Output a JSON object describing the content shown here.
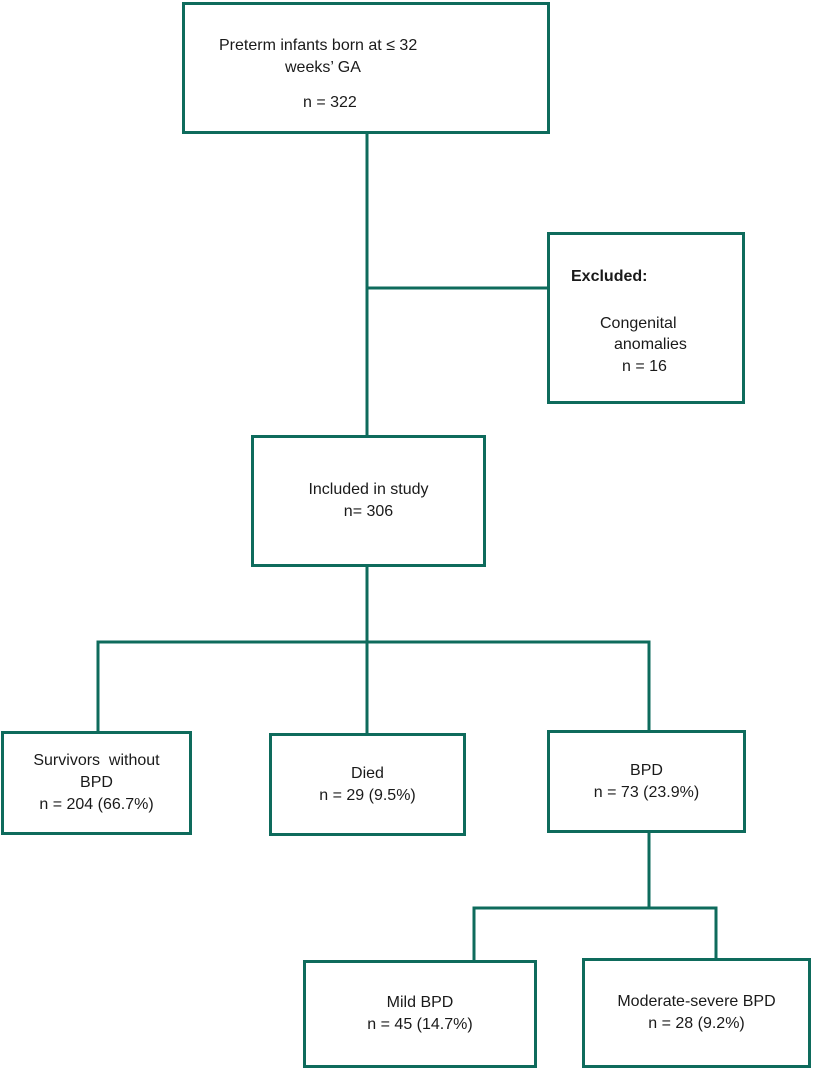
{
  "flowchart": {
    "colors": {
      "border": "#0e6b5c",
      "text": "#1a1a1a",
      "background": "#ffffff"
    },
    "preterm": {
      "line1": "Preterm infants born at ≤ 32",
      "line2": "weeks’ GA",
      "line3": "n = 322"
    },
    "excluded": {
      "title": "Excluded:",
      "line1": "Congenital",
      "line2": "anomalies",
      "line3": "n = 16"
    },
    "included": {
      "line1": "Included in study",
      "line2": "n= 306"
    },
    "survivors": {
      "line1": "Survivors  without",
      "line2": "BPD",
      "line3": "n = 204 (66.7%)"
    },
    "died": {
      "line1": "Died",
      "line2": "n = 29 (9.5%)"
    },
    "bpd": {
      "line1": "BPD",
      "line2": "n = 73 (23.9%)"
    },
    "mild": {
      "line1": "Mild BPD",
      "line2": "n = 45 (14.7%)"
    },
    "moderate_severe": {
      "line1": "Moderate-severe BPD",
      "line2": "n = 28 (9.2%)"
    }
  }
}
